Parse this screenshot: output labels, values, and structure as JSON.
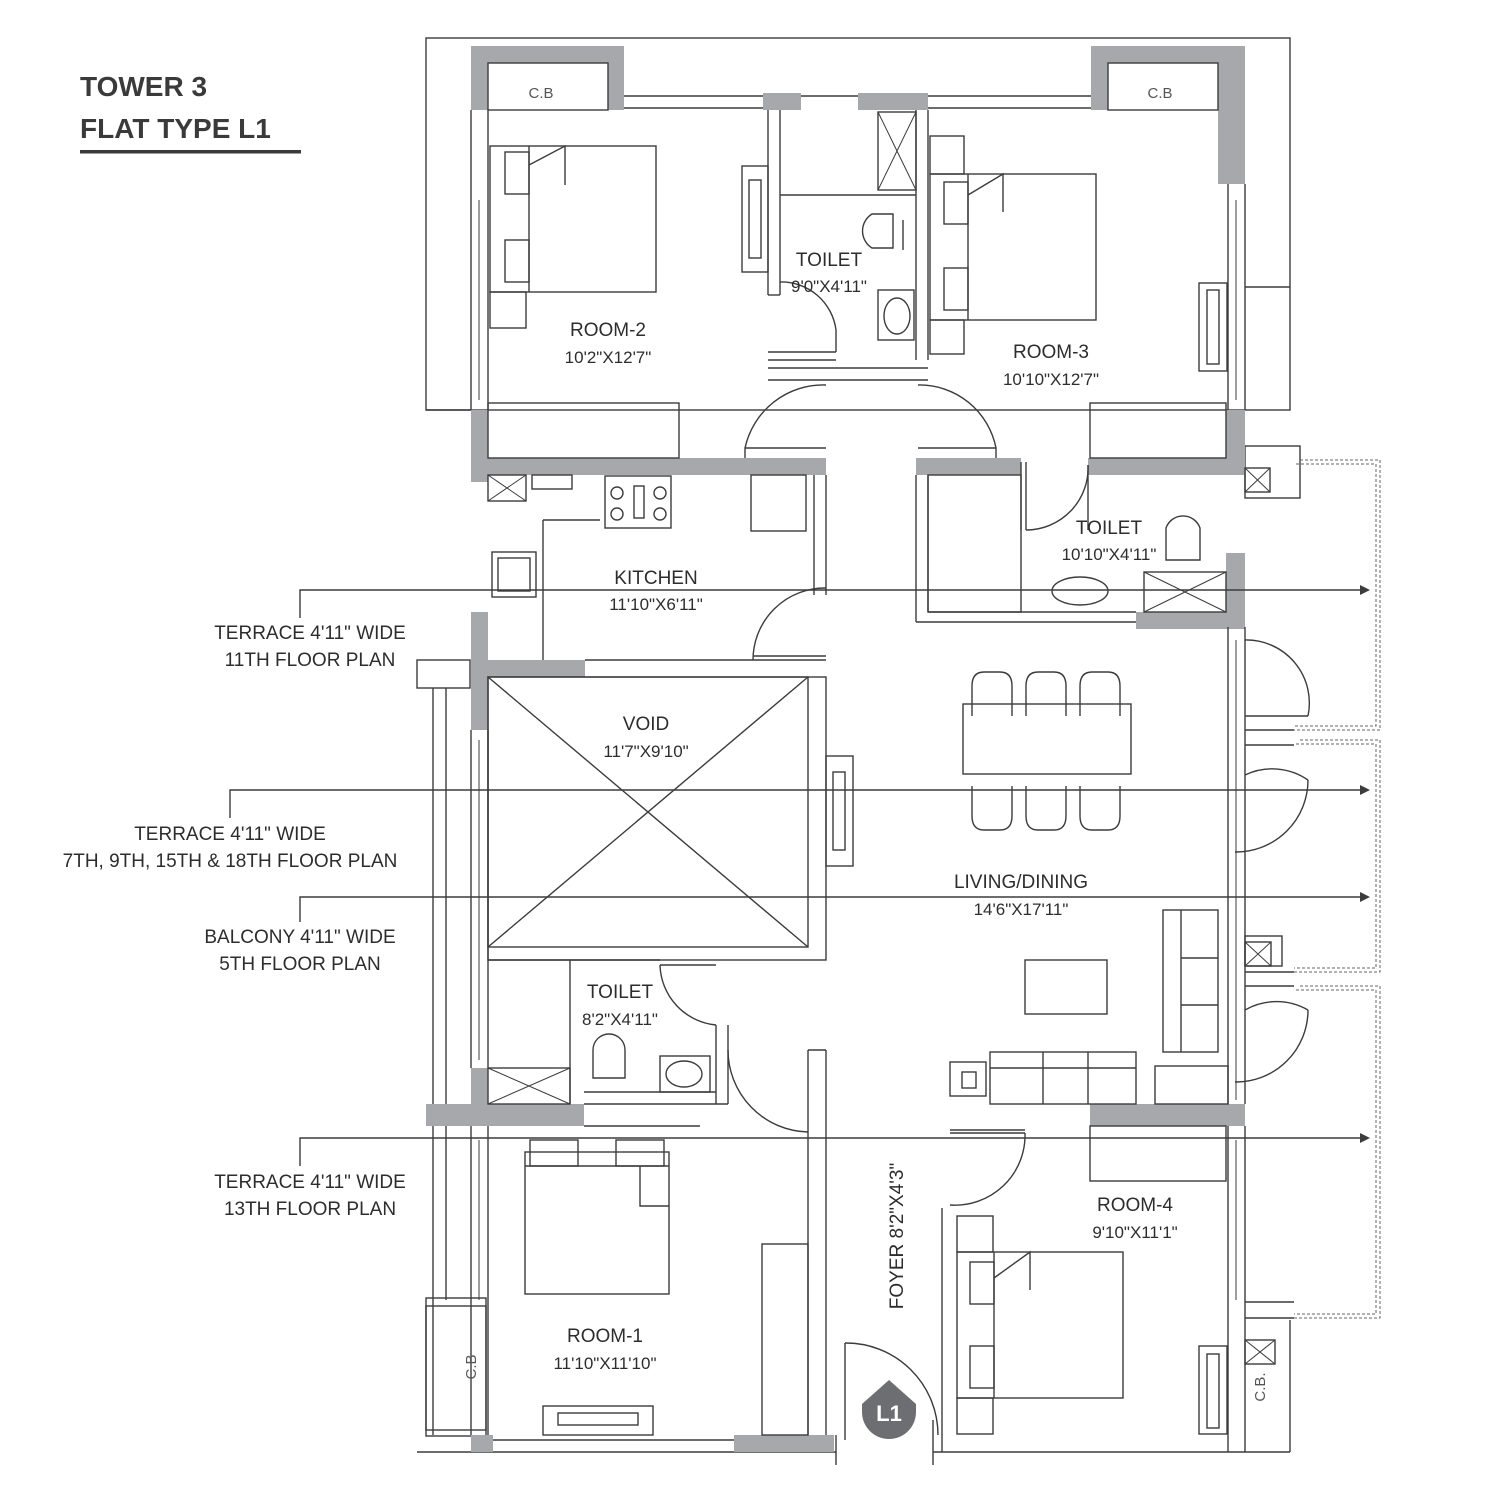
{
  "heading": {
    "tower": "TOWER 3",
    "flat_type": "FLAT TYPE L1"
  },
  "rooms": {
    "room2": {
      "name": "ROOM-2",
      "dim": "10'2\"X12'7\""
    },
    "toilet_top": {
      "name": "TOILET",
      "dim": "9'0\"X4'11\""
    },
    "room3": {
      "name": "ROOM-3",
      "dim": "10'10\"X12'7\""
    },
    "kitchen": {
      "name": "KITCHEN",
      "dim": "11'10\"X6'11\""
    },
    "toilet_right": {
      "name": "TOILET",
      "dim": "10'10\"X4'11\""
    },
    "void": {
      "name": "VOID",
      "dim": "11'7\"X9'10\""
    },
    "living": {
      "name": "LIVING/DINING",
      "dim": "14'6\"X17'11\""
    },
    "toilet_bottom": {
      "name": "TOILET",
      "dim": "8'2\"X4'11\""
    },
    "room4": {
      "name": "ROOM-4",
      "dim": "9'10\"X11'1\""
    },
    "room1": {
      "name": "ROOM-1",
      "dim": "11'10\"X11'10\""
    },
    "foyer": {
      "label": "FOYER 8'2\"X4'3\""
    }
  },
  "notes": [
    {
      "line1": "TERRACE 4'11\" WIDE",
      "line2": "11TH FLOOR PLAN"
    },
    {
      "line1": "TERRACE 4'11\" WIDE",
      "line2": "7TH, 9TH, 15TH & 18TH FLOOR PLAN"
    },
    {
      "line1": "BALCONY 4'11\" WIDE",
      "line2": "5TH FLOOR PLAN"
    },
    {
      "line1": "TERRACE 4'11\" WIDE",
      "line2": "13TH FLOOR PLAN"
    }
  ],
  "cupboard_label": "C.B",
  "cupboard_label_alt": "C.B.",
  "entry_badge": "L1",
  "colors": {
    "wall": "#a7a8ab",
    "line": "#3c3c3c",
    "badge": "#6d6e71",
    "text": "#2d2d2d"
  }
}
